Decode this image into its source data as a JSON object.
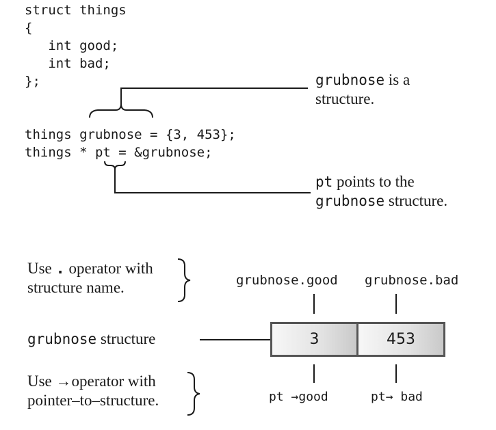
{
  "code_struct": {
    "line1": "struct things",
    "line2": "{",
    "line3": "   int good;",
    "line4": "   int bad;",
    "line5": "};"
  },
  "code_decl": {
    "line1": "things grubnose = {3, 453};",
    "line2": "things * pt = &grubnose;"
  },
  "annotation_structure": {
    "name": "grubnose",
    "text_line1": " is a",
    "text_line2": "structure."
  },
  "annotation_pointer": {
    "name": "pt",
    "text_line1": " points to the",
    "struct_name": "grubnose",
    "text_line2": " structure."
  },
  "dot_operator_note": {
    "prefix": "Use ",
    "operator": ".",
    "suffix": " operator with",
    "line2": "structure name."
  },
  "arrow_operator_note": {
    "prefix": "Use ",
    "operator": "→",
    "suffix": "operator with",
    "line2": "pointer–to–structure."
  },
  "member_labels": {
    "good": "grubnose.good",
    "bad": "grubnose.bad"
  },
  "structure_row": {
    "name": "grubnose",
    "suffix": " structure"
  },
  "cells": {
    "good_value": "3",
    "bad_value": "453"
  },
  "pointer_labels": {
    "good_pt": "pt ",
    "good_arrow": "→",
    "good_member": "good",
    "bad_pt": "pt",
    "bad_arrow": "→",
    "bad_member": " bad"
  }
}
